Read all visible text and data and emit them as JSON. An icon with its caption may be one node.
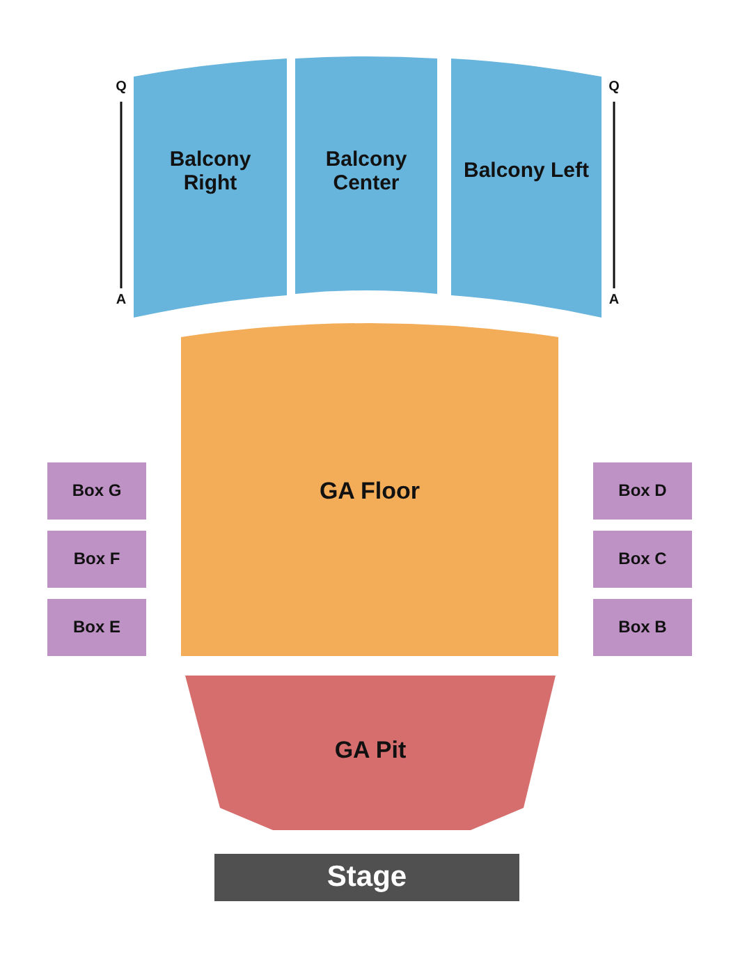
{
  "diagram": {
    "nodes": [
      {
        "text": [
          "Balcony Right"
        ]
      },
      {
        "text": [
          "Balcony Center"
        ]
      },
      {
        "text": [
          "Balcony Left"
        ]
      },
      {
        "text": [
          "GA Floor"
        ]
      },
      {
        "text": [
          "Box G"
        ]
      },
      {
        "text": [
          "Box F"
        ]
      },
      {
        "text": [
          "Box E"
        ]
      },
      {
        "text": [
          "Box D"
        ]
      },
      {
        "text": [
          "Box C"
        ]
      },
      {
        "text": [
          "Box B"
        ]
      },
      {
        "text": [
          "GA Pit"
        ]
      },
      {
        "text": [
          "Stage"
        ]
      }
    ],
    "labels": [
      "Q",
      "Q",
      "A",
      "A"
    ]
  }
}
